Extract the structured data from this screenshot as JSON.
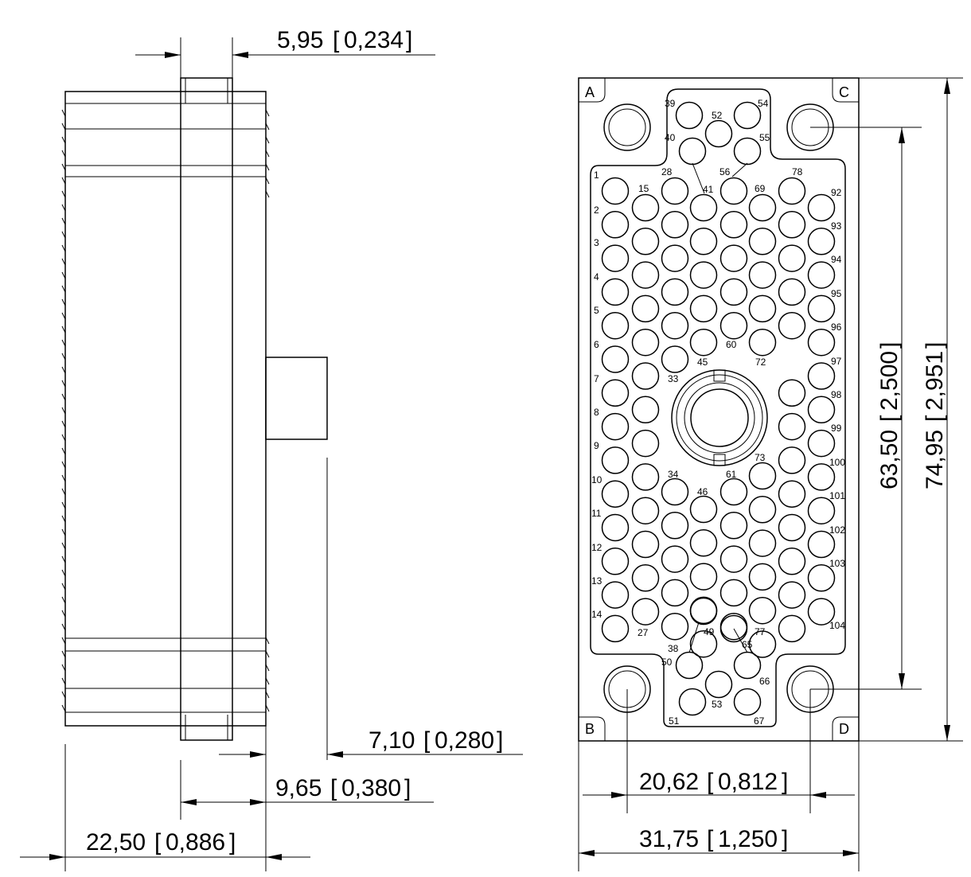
{
  "side_view": {
    "dims": {
      "top": {
        "value": "5,95",
        "inch": "0,234"
      },
      "d710": {
        "value": "7,10",
        "inch": "0,280"
      },
      "d965": {
        "value": "9,65",
        "inch": "0,380"
      },
      "d2250": {
        "value": "22,50",
        "inch": "0,886"
      }
    }
  },
  "front_view": {
    "corners": [
      "A",
      "B",
      "C",
      "D"
    ],
    "dims": {
      "height_inner": {
        "value": "63,50",
        "inch": "2,500"
      },
      "height_outer": {
        "value": "74,95",
        "inch": "2,951"
      },
      "width_inner": {
        "value": "20,62",
        "inch": "0,812"
      },
      "width_outer": {
        "value": "31,75",
        "inch": "1,250"
      }
    },
    "pin_labels": [
      "1",
      "2",
      "3",
      "4",
      "5",
      "6",
      "7",
      "8",
      "9",
      "10",
      "11",
      "12",
      "13",
      "14",
      "15",
      "27",
      "28",
      "33",
      "34",
      "38",
      "39",
      "40",
      "41",
      "45",
      "46",
      "49",
      "50",
      "51",
      "52",
      "53",
      "54",
      "55",
      "56",
      "60",
      "61",
      "65",
      "66",
      "67",
      "69",
      "72",
      "73",
      "77",
      "78",
      "92",
      "93",
      "94",
      "95",
      "96",
      "97",
      "98",
      "99",
      "100",
      "101",
      "102",
      "103",
      "104"
    ]
  }
}
